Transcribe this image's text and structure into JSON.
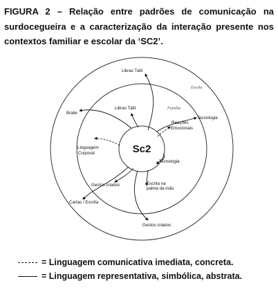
{
  "caption": {
    "text": "FIGURA 2 – Relação entre padrões de comunicação na surdocegueira e a caracterização da interação presente nos contextos familiar e escolar da ‘SC2’."
  },
  "diagram": {
    "center": "Sc2",
    "rings": {
      "outer": "Escola",
      "middle": "Família"
    },
    "nodes": {
      "libras_tatil_outer": "Libras Tátil",
      "braile": "Braile",
      "tecnologia_outer": "Tecnologia",
      "libras_tatil_inner": "Libras Tátil",
      "reacoes_1": "Reações",
      "reacoes_2": "Emocionais",
      "linguagem_1": "Linguagem",
      "linguagem_2": "Corporal",
      "tecnologia_inner": "Tecnologia",
      "gestos_inner": "Gestos criados",
      "escrita_1": "Escrita na",
      "escrita_2": "palma da mão",
      "cartas": "Cartas / Escrita",
      "gestos_outer": "Gestos criados"
    }
  },
  "legend": {
    "dashed": "= Linguagem comunicativa imediata, concreta.",
    "solid": "= Linguagem representativa, simbólica, abstrata."
  }
}
